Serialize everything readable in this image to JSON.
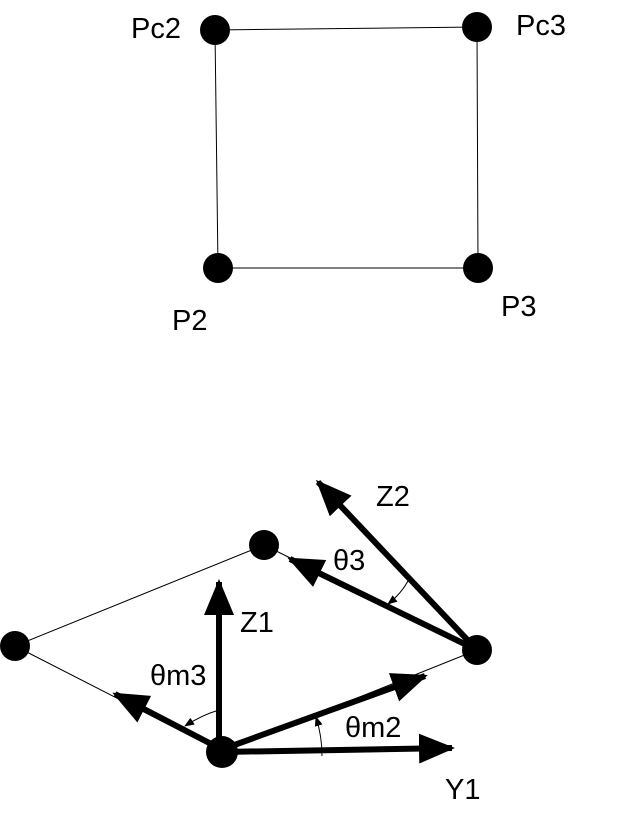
{
  "top_figure": {
    "labels": {
      "pc2": "Pc2",
      "pc3": "Pc3",
      "p2": "P2",
      "p3": "P3"
    }
  },
  "bottom_figure": {
    "labels": {
      "z2": "Z2",
      "theta3": "θ3",
      "z1": "Z1",
      "theta_m3": "θm3",
      "theta_m2": "θm2",
      "y1": "Y1"
    }
  },
  "colors": {
    "ink": "#000000",
    "background": "#ffffff"
  }
}
